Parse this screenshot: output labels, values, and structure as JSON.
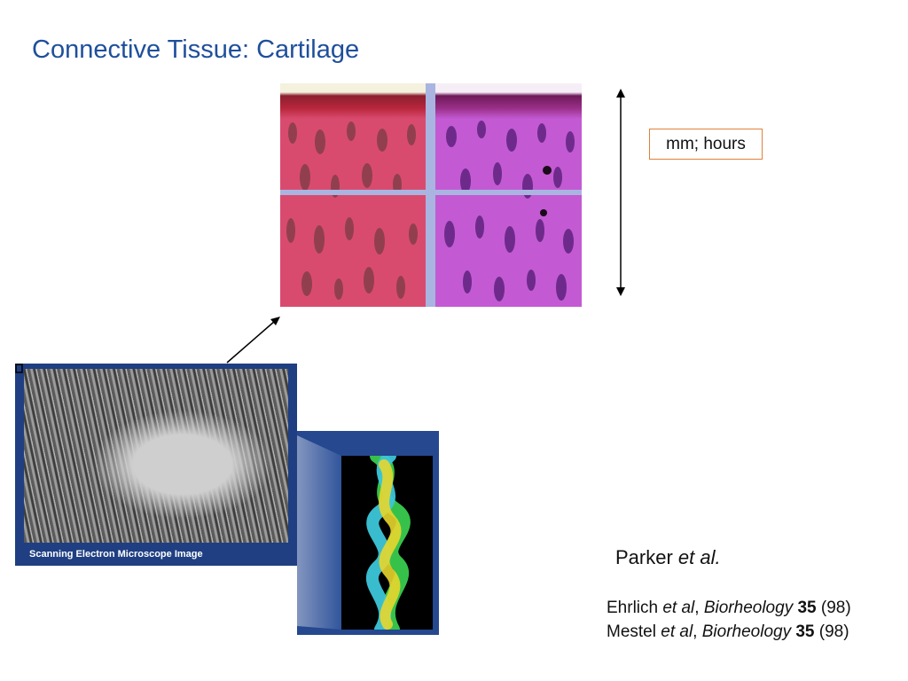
{
  "slide": {
    "title": "Connective Tissue: Cartilage",
    "unit_label": "mm; hours",
    "sem_caption": "Scanning Electron Microscope Image",
    "author": {
      "name": "Parker",
      "suffix": "et al."
    },
    "references": [
      {
        "author": "Ehrlich",
        "etal": "et al",
        "sep": ",",
        "journal": "Biorheology",
        "volume": "35",
        "year": "(98)"
      },
      {
        "author": "Mestel",
        "etal": "et al",
        "sep": ",",
        "journal": "Biorheology",
        "volume": "35",
        "year": "(98)"
      }
    ]
  },
  "colors": {
    "title": "#1f4f9c",
    "stain_left": "#d94b6e",
    "stain_right": "#c35ad3",
    "panel_blue": "#25488f",
    "unit_box_border": "#e0803a"
  }
}
